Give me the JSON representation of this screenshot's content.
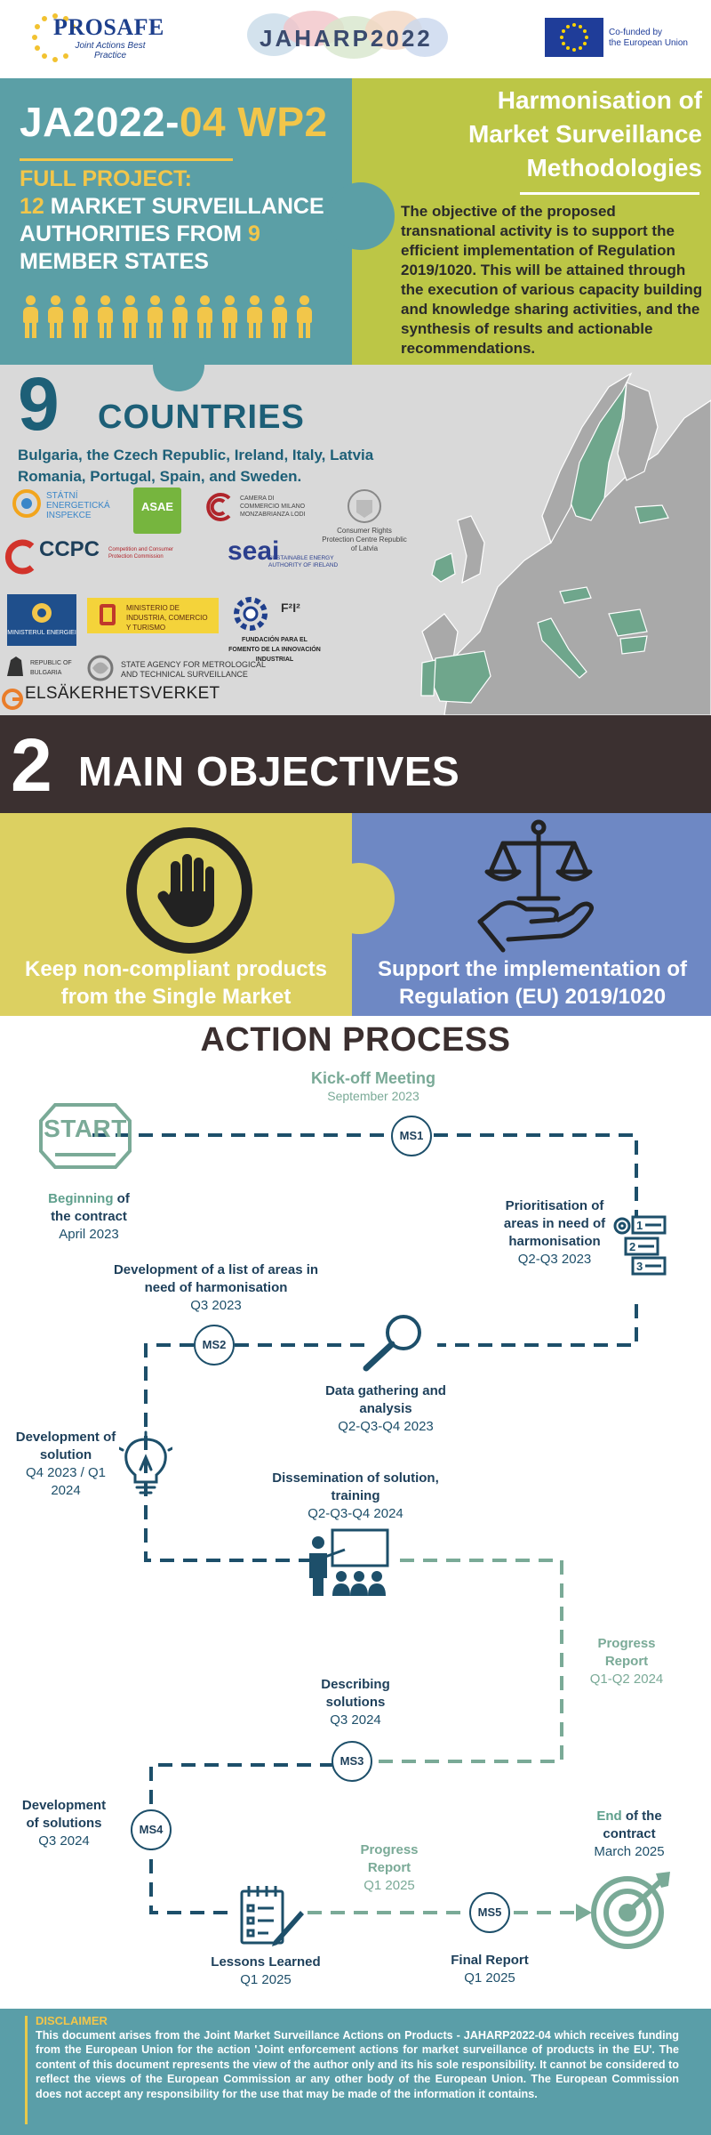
{
  "header": {
    "prosafe_name": "PROSAFE",
    "prosafe_tagline": "Joint Actions Best Practice",
    "jaharp_logo": "JAHARP2022",
    "eu_text_line1": "Co-funded by",
    "eu_text_line2": "the European Union"
  },
  "hero": {
    "code_a": "JA2022-",
    "code_b": "04 WP2",
    "full_project_label": "FULL PROJECT:",
    "full_project_line1_num": "12",
    "full_project_line1": " MARKET SURVEILLANCE",
    "full_project_line2_a": "AUTHORITIES FROM ",
    "full_project_line2_num": "9",
    "full_project_line3": "MEMBER STATES",
    "people_count": 12,
    "title_line1": "Harmonisation of",
    "title_line2": "Market Surveillance",
    "title_line3": "Methodologies",
    "objective": "The objective of the proposed transnational activity is to support the efficient implementation of Regulation 2019/1020. This will be attained through the execution of various capacity building and knowledge sharing activities, and the synthesis of results and actionable recommendations."
  },
  "countries": {
    "number": "9",
    "word": "COUNTRIES",
    "list_line1": "Bulgaria, the Czech Republic, Ireland, Italy, Latvia",
    "list_line2": "Romania, Portugal, Spain, and Sweden.",
    "logos": {
      "inspekce": "STÁTNÍ ENERGETICKÁ INSPEKCE",
      "asae": "ASAE",
      "camera": "CAMERA DI COMMERCIO MILANO MONZABRIANZA LODI",
      "latvia": "Consumer Rights Protection Centre Republic of Latvia",
      "ccpc": "CCPC",
      "ccpc_sub": "Competition and Consumer Protection Commission",
      "seai": "seai",
      "seai_sub": "SUSTAINABLE ENERGY AUTHORITY OF IRELAND",
      "ministerul": "MINISTERUL ENERGIEI",
      "espana": "MINISTERIO DE INDUSTRIA, COMERCIO Y TURISMO",
      "fundacion": "FUNDACIÓN PARA EL FOMENTO DE LA INNOVACIÓN INDUSTRIAL",
      "fundacion_mark": "F²I²",
      "bulgaria": "REPUBLIC OF BULGARIA",
      "state_agency": "STATE AGENCY FOR METROLOGICAL AND TECHNICAL SURVEILLANCE",
      "elsak": "ELSÄKERHETSVERKET"
    }
  },
  "objectives": {
    "number": "2",
    "title": "MAIN OBJECTIVES",
    "left": "Keep non-compliant products from the Single Market",
    "right": "Support the implementation of Regulation (EU) 2019/1020"
  },
  "process": {
    "title": "ACTION PROCESS",
    "start_label": "START",
    "kickoff": {
      "title": "Kick-off Meeting",
      "date": "September 2023"
    },
    "beginning": {
      "a": "Beginning",
      "b": " of",
      "c": "the contract",
      "date": "April 2023"
    },
    "prioritisation": {
      "title": "Prioritisation of areas in need of harmonisation",
      "date": "Q2-Q3 2023"
    },
    "dev_list": {
      "title": "Development of a list of areas in need of harmonisation",
      "date": "Q3 2023"
    },
    "data_gathering": {
      "title": "Data gathering and analysis",
      "date": "Q2-Q3-Q4 2023"
    },
    "dev_solution": {
      "title": "Development of solution",
      "date": "Q4 2023 / Q1 2024"
    },
    "dissemination": {
      "title": "Dissemination of solution, training",
      "date": "Q2-Q3-Q4 2024"
    },
    "progress1": {
      "title": "Progress Report",
      "date": "Q1-Q2 2024"
    },
    "describing": {
      "title": "Describing solutions",
      "date": "Q3 2024"
    },
    "dev_solutions": {
      "title": "Development of solutions",
      "date": "Q3 2024"
    },
    "progress2": {
      "title": "Progress Report",
      "date": "Q1 2025"
    },
    "end": {
      "a": "End",
      "b": " of the",
      "c": "contract",
      "date": "March 2025"
    },
    "lessons": {
      "title": "Lessons Learned",
      "date": "Q1 2025"
    },
    "final": {
      "title": "Final Report",
      "date": "Q1 2025"
    },
    "milestones": [
      "MS1",
      "MS2",
      "MS3",
      "MS4",
      "MS5"
    ]
  },
  "disclaimer": {
    "title": "DISCLAIMER",
    "body": "This document arises from the Joint Market Surveillance Actions on Products - JAHARP2022-04 which receives funding from the European Union for the action 'Joint enforcement actions for market surveillance of products in the EU'. The content of this document represents the view of the author only and its his sole responsibility. It cannot be considered to reflect the views of the European Commission ar any other body of the European Union. The European Commission does not accept any responsibility for the use that may be made of the information it contains."
  },
  "colors": {
    "teal": "#5b9fa6",
    "lime": "#bcc646",
    "yellow": "#f2c64a",
    "navy": "#1d5f77",
    "dark": "#3b3030",
    "blue": "#6e88c4",
    "sand": "#dcd061"
  }
}
